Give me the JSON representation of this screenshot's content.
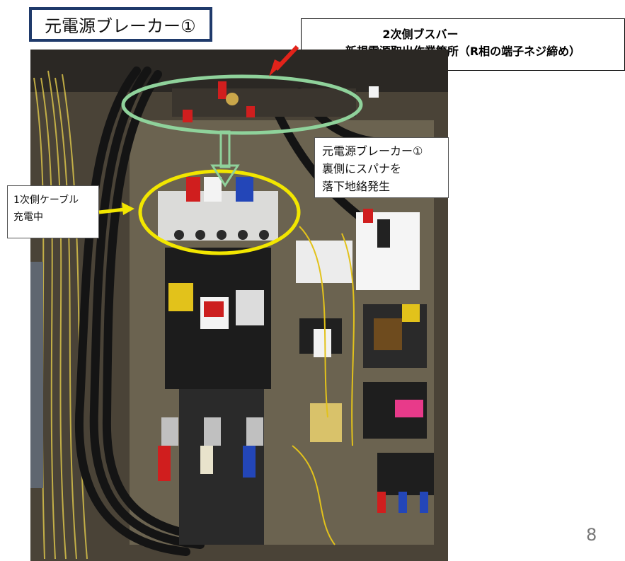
{
  "title": "元電源ブレーカー①",
  "callout_top": {
    "line1": "2次側ブスバー",
    "line2": "新規電源取出作業箇所（R相の端子ネジ締め）"
  },
  "callout_right": {
    "line1": "元電源ブレーカー①",
    "line2": "裏側にスパナを",
    "line3": "落下地絡発生"
  },
  "callout_left": {
    "line1": "1次側ケーブル",
    "line2": "充電中"
  },
  "page_number": "8",
  "colors": {
    "title_border": "#1f3a6b",
    "ellipse_top": "#8fd29b",
    "ellipse_breaker": "#f2e600",
    "arrow_red": "#e2231a",
    "arrow_yellow": "#f2e600",
    "arrow_green": "#8fd29b"
  }
}
